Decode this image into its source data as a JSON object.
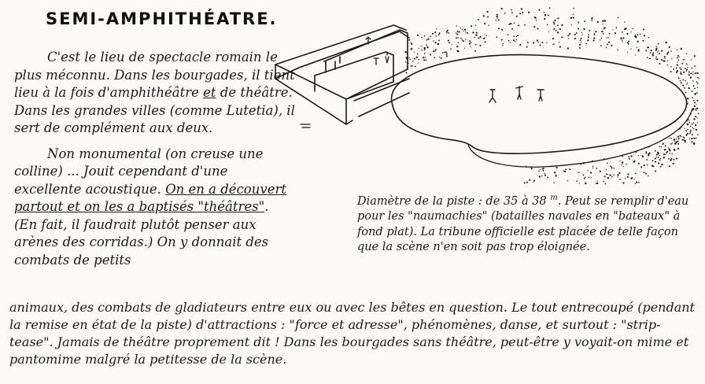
{
  "title": "SEMI-AMPHITHÉATRE.",
  "para1": {
    "before": "C'est le lieu de spectacle romain le plus méconnu. Dans les bourgades, il tient lieu à la fois d'amphithéâtre ",
    "underlined": "et",
    "after": " de théâtre. Dans les grandes villes (comme Lutetia), il sert de complément aux deux."
  },
  "para2": {
    "before": "Non monumental (on creuse une colline) ... Jouit cependant d'une excellente acoustique. ",
    "underlined": "On en a découvert partout et on les a baptisés \"théâtres\"",
    "after": ". (En fait, il faudrait plutôt penser aux arènes des corridas.) On y donnait des combats de petits"
  },
  "continuation": "animaux, des combats de gladiateurs entre eux ou avec les bêtes en question. Le tout entrecoupé (pendant la remise en état de la piste) d'attractions : \"force et adresse\", phénomènes, danse, et surtout : \"strip-tease\". Jamais de théâtre proprement dit ! Dans les bourgades sans théâtre, peut-être y voyait-on mime et pantomime malgré la petitesse de la scène.",
  "caption": {
    "diameter_text": "Diamètre de la piste : de 35 à 38",
    "unit": "m",
    "rest": ". Peut se remplir d'eau pour les \"naumachies\" (batailles navales en \"bateaux\" à fond plat). La tribune officielle est placée de telle façon que la scène n'en soit pas trop éloignée."
  },
  "illustration": {
    "subject": "semi-amphitheatre-drawing",
    "ink_color": "#1a1a1a",
    "paper_color": "#fbfaf6"
  }
}
